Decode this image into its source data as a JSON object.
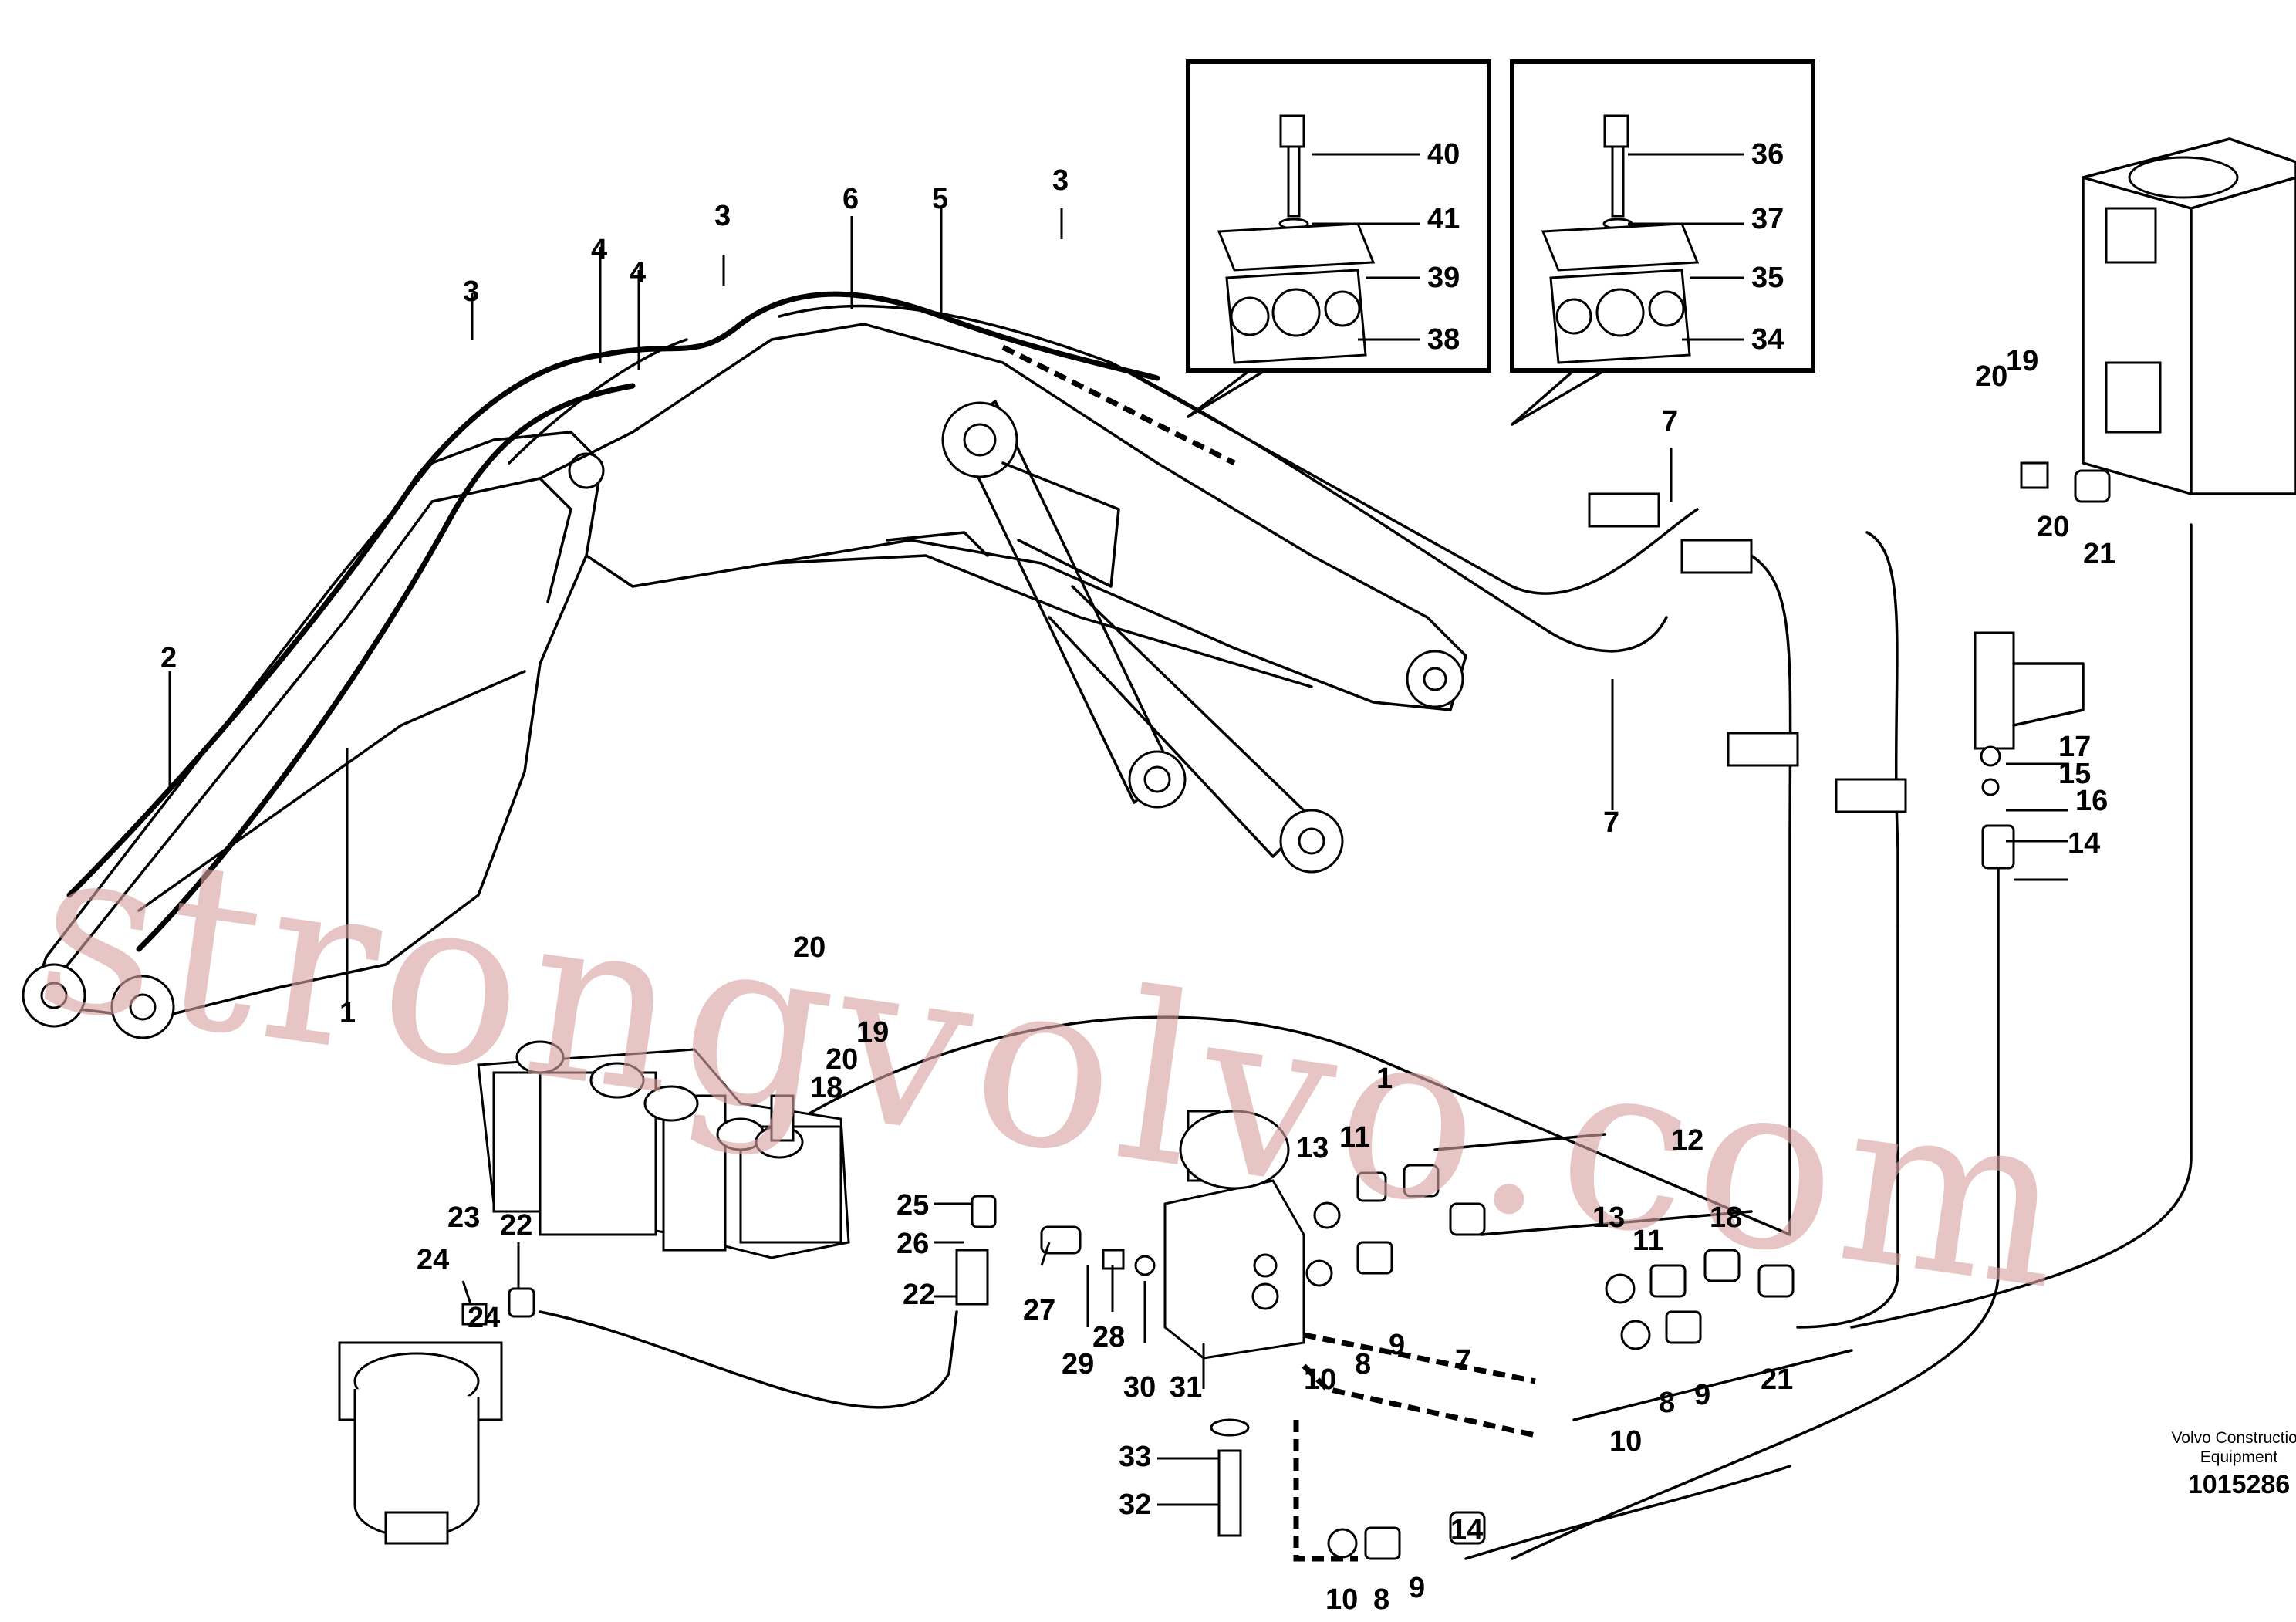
{
  "watermark": "strongvolvo.com",
  "footer": {
    "company_line1": "Volvo Construction",
    "company_line2": "Equipment",
    "drawing_number": "1015286"
  },
  "callouts": [
    {
      "id": "c1",
      "label": "1"
    },
    {
      "id": "c2",
      "label": "2"
    },
    {
      "id": "c3a",
      "label": "3"
    },
    {
      "id": "c3b",
      "label": "3"
    },
    {
      "id": "c3c",
      "label": "3"
    },
    {
      "id": "c4a",
      "label": "4"
    },
    {
      "id": "c4b",
      "label": "4"
    },
    {
      "id": "c5",
      "label": "5"
    },
    {
      "id": "c6",
      "label": "6"
    },
    {
      "id": "c7a",
      "label": "7"
    },
    {
      "id": "c7b",
      "label": "7"
    },
    {
      "id": "c7c",
      "label": "7"
    },
    {
      "id": "c8a",
      "label": "8"
    },
    {
      "id": "c8b",
      "label": "8"
    },
    {
      "id": "c8c",
      "label": "8"
    },
    {
      "id": "c9a",
      "label": "9"
    },
    {
      "id": "c9b",
      "label": "9"
    },
    {
      "id": "c9c",
      "label": "9"
    },
    {
      "id": "c10a",
      "label": "10"
    },
    {
      "id": "c10b",
      "label": "10"
    },
    {
      "id": "c10c",
      "label": "10"
    },
    {
      "id": "c11a",
      "label": "11"
    },
    {
      "id": "c11b",
      "label": "11"
    },
    {
      "id": "c12a",
      "label": "12"
    },
    {
      "id": "c12b",
      "label": "1"
    },
    {
      "id": "c13a",
      "label": "13"
    },
    {
      "id": "c13b",
      "label": "13"
    },
    {
      "id": "c14a",
      "label": "14"
    },
    {
      "id": "c14b",
      "label": "14"
    },
    {
      "id": "c15",
      "label": "15"
    },
    {
      "id": "c16",
      "label": "16"
    },
    {
      "id": "c17",
      "label": "17"
    },
    {
      "id": "c18a",
      "label": "18"
    },
    {
      "id": "c18b",
      "label": "18"
    },
    {
      "id": "c19a",
      "label": "19"
    },
    {
      "id": "c19b",
      "label": "19"
    },
    {
      "id": "c20a",
      "label": "20"
    },
    {
      "id": "c20b",
      "label": "20"
    },
    {
      "id": "c20c",
      "label": "20"
    },
    {
      "id": "c20d",
      "label": "20"
    },
    {
      "id": "c21a",
      "label": "21"
    },
    {
      "id": "c21b",
      "label": "21"
    },
    {
      "id": "c22a",
      "label": "22"
    },
    {
      "id": "c22b",
      "label": "22"
    },
    {
      "id": "c23",
      "label": "23"
    },
    {
      "id": "c24a",
      "label": "24"
    },
    {
      "id": "c24b",
      "label": "24"
    },
    {
      "id": "c25",
      "label": "25"
    },
    {
      "id": "c26",
      "label": "26"
    },
    {
      "id": "c27",
      "label": "27"
    },
    {
      "id": "c28",
      "label": "28"
    },
    {
      "id": "c29",
      "label": "29"
    },
    {
      "id": "c30",
      "label": "30"
    },
    {
      "id": "c31",
      "label": "31"
    },
    {
      "id": "c32",
      "label": "32"
    },
    {
      "id": "c33",
      "label": "33"
    },
    {
      "id": "c34",
      "label": "34"
    },
    {
      "id": "c35",
      "label": "35"
    },
    {
      "id": "c36",
      "label": "36"
    },
    {
      "id": "c37",
      "label": "37"
    },
    {
      "id": "c38",
      "label": "38"
    },
    {
      "id": "c39",
      "label": "39"
    },
    {
      "id": "c40",
      "label": "40"
    },
    {
      "id": "c41",
      "label": "41"
    }
  ]
}
